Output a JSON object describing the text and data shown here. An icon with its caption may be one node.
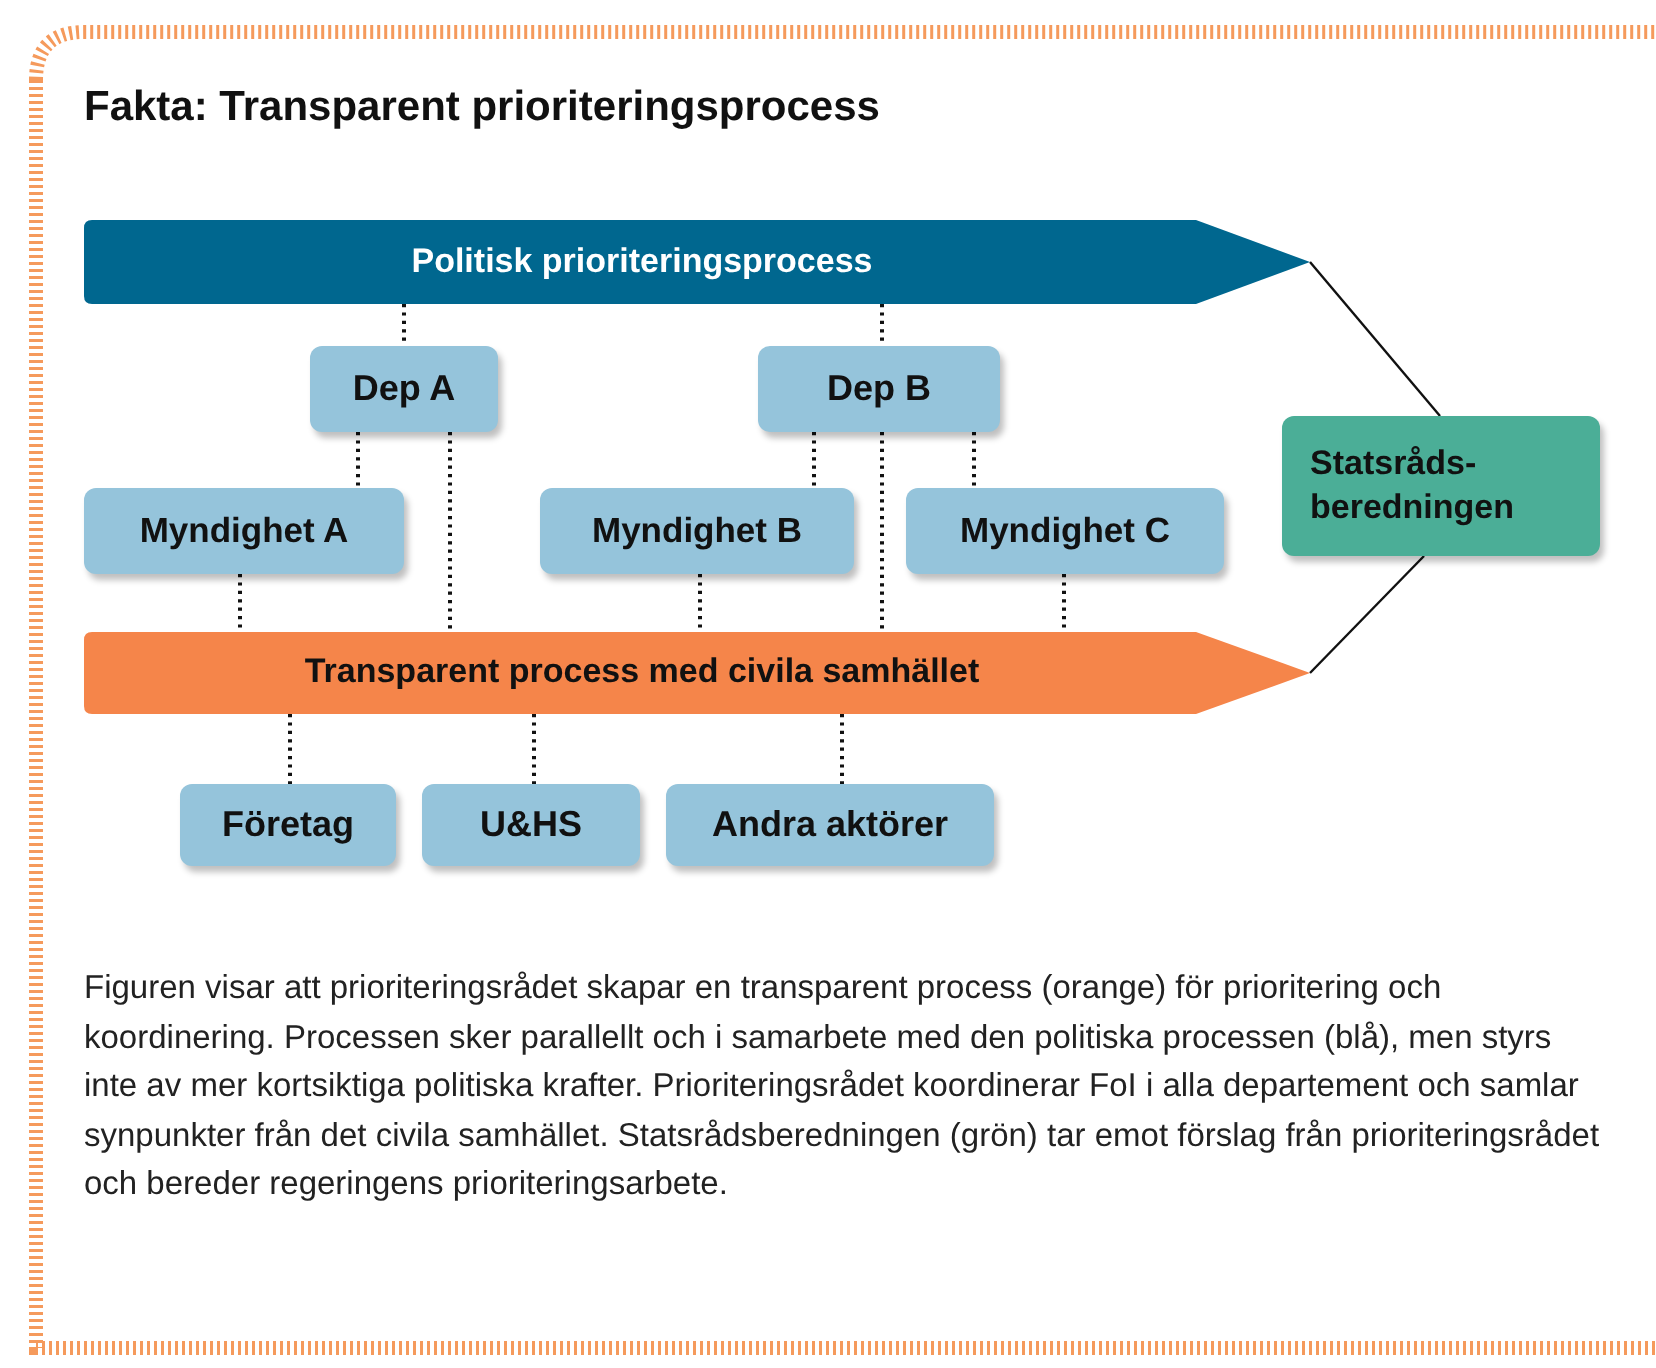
{
  "diagram": {
    "title": "Fakta: Transparent prioriteringsprocess",
    "caption": "Figuren visar att prioriteringsrådet skapar en transparent process (orange) för prioritering och koordinering. Processen sker parallellt och i samarbete med den politiska processen (blå), men styrs inte av mer kortsiktiga politiska krafter. Prioriteringsrådet koordinerar FoI i alla departement och samlar synpunkter från det civila samhället. Statsrådsberedningen (grön) tar emot förslag från prioriteringsrådet och bereder regeringens prioriteringsarbete.",
    "nodes": [
      {
        "text": [
          "Politisk prioriteringsprocess"
        ]
      },
      {
        "text": [
          "Dep A"
        ]
      },
      {
        "text": [
          "Dep B"
        ]
      },
      {
        "text": [
          "Statsråds- beredningen"
        ]
      },
      {
        "text": [
          "Myndighet A"
        ]
      },
      {
        "text": [
          "Myndighet B"
        ]
      },
      {
        "text": [
          "Myndighet C"
        ]
      },
      {
        "text": [
          "Transparent process med civila samhället"
        ]
      },
      {
        "text": [
          "Företag"
        ]
      },
      {
        "text": [
          "U&HS"
        ]
      },
      {
        "text": [
          "Andra aktörer"
        ]
      }
    ],
    "edges": [
      {
        "from": 0,
        "to": 1,
        "arrow": "none",
        "style": "dashed"
      },
      {
        "from": 0,
        "to": 2,
        "arrow": "none",
        "style": "dashed"
      },
      {
        "from": 1,
        "to": 4,
        "arrow": "none",
        "style": "dashed"
      },
      {
        "from": 1,
        "to": 7,
        "arrow": "none",
        "style": "dashed"
      },
      {
        "from": 2,
        "to": 5,
        "arrow": "none",
        "style": "dashed"
      },
      {
        "from": 2,
        "to": 7,
        "arrow": "none",
        "style": "dashed"
      },
      {
        "from": 2,
        "to": 6,
        "arrow": "none",
        "style": "dashed"
      },
      {
        "from": 4,
        "to": 7,
        "arrow": "none",
        "style": "dashed"
      },
      {
        "from": 5,
        "to": 7,
        "arrow": "none",
        "style": "dashed"
      },
      {
        "from": 6,
        "to": 7,
        "arrow": "none",
        "style": "dashed"
      },
      {
        "from": 7,
        "to": 8,
        "arrow": "none",
        "style": "dashed"
      },
      {
        "from": 7,
        "to": 9,
        "arrow": "none",
        "style": "dashed"
      },
      {
        "from": 7,
        "to": 10,
        "arrow": "none",
        "style": "dashed"
      },
      {
        "from": 0,
        "to": 3,
        "arrow": "none"
      },
      {
        "from": 7,
        "to": 3,
        "arrow": "none"
      }
    ]
  }
}
